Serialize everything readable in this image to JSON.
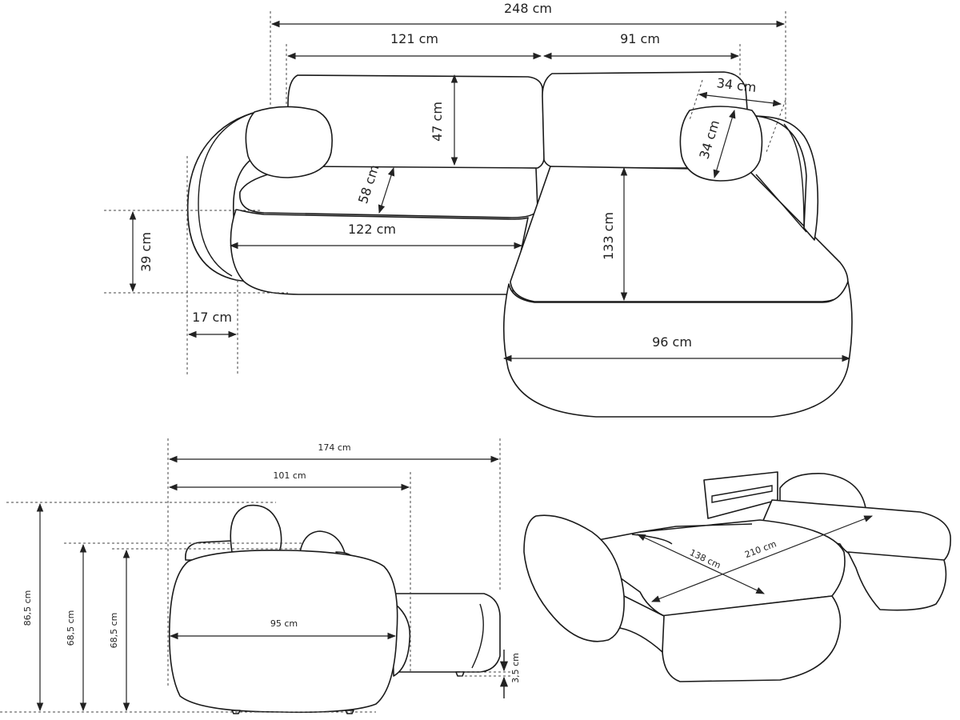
{
  "top_view": {
    "total_width": "248 cm",
    "sofa_width": "121 cm",
    "chaise_width": "91 cm",
    "back_height": "47 cm",
    "pillow_width": "34 cm",
    "pillow_height": "34 cm",
    "seat_depth": "58 cm",
    "seat_width": "122 cm",
    "chaise_length": "133 cm",
    "seat_height": "39 cm",
    "arm_width": "17 cm",
    "chaise_front": "96 cm"
  },
  "side_view": {
    "total_depth": "174 cm",
    "sofa_depth": "101 cm",
    "total_height": "86,5 cm",
    "back_height_a": "68,5 cm",
    "back_height_b": "68,5 cm",
    "front_width": "95 cm",
    "leg_height": "3,5 cm"
  },
  "bed_view": {
    "bed_width": "138 cm",
    "bed_length": "210 cm"
  },
  "colors": {
    "line": "#1a1a1a",
    "background": "#ffffff"
  }
}
